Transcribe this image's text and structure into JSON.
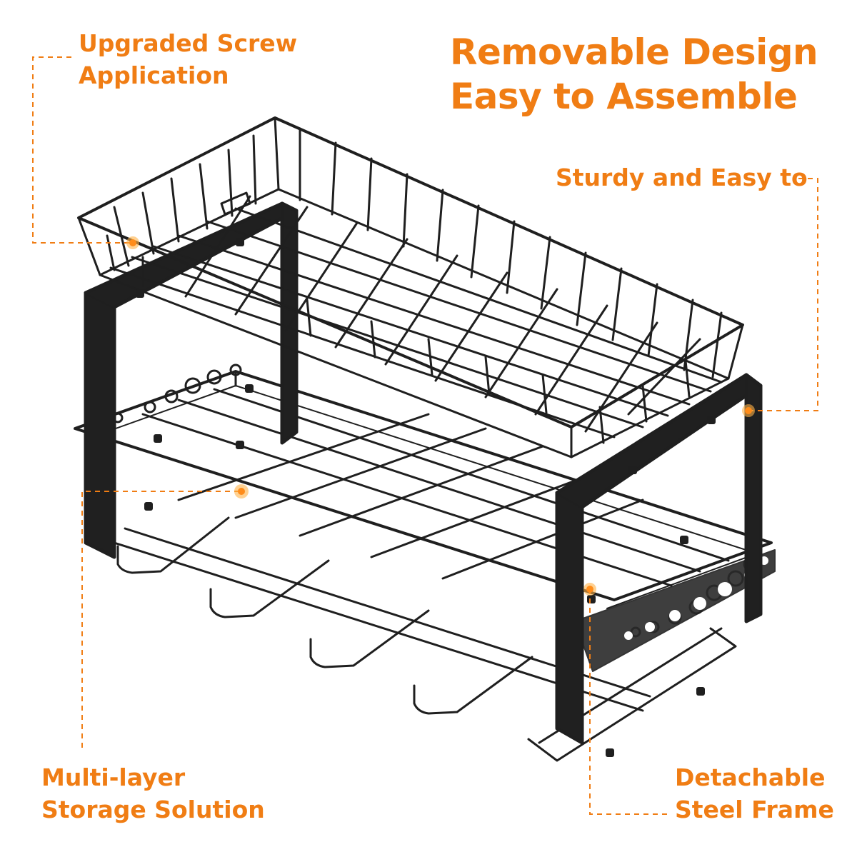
{
  "headline": {
    "line1": "Removable Design",
    "line2": "Easy to Assemble"
  },
  "callouts": {
    "screw": {
      "line1": "Upgraded Screw",
      "line2": "Application"
    },
    "sturdy": {
      "line1": "Sturdy and Easy to"
    },
    "multilayer": {
      "line1": "Multi-layer",
      "line2": "Storage Solution"
    },
    "frame": {
      "line1": "Detachable",
      "line2": "Steel Frame"
    }
  },
  "colors": {
    "accent": "#f07d14",
    "product": "#1f1f1f",
    "background": "#ffffff"
  },
  "product_illustration": "two-tier black wire storage rack with removable top basket and detachable steel side frames"
}
